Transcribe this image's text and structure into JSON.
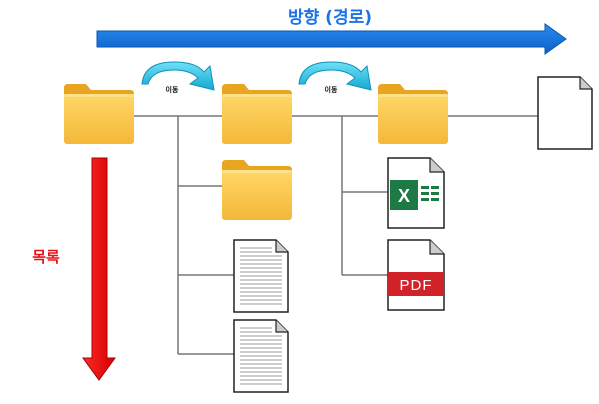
{
  "direction_label": "방향 (경로)",
  "list_label": "목록",
  "move_label_1": "이동",
  "move_label_2": "이동",
  "pdf_label": "PDF",
  "excel_label": "X",
  "colors": {
    "blue_arrow": "#1577e6",
    "red_arrow": "#ee1111",
    "direction_text": "#1a73e8",
    "list_text": "#e8131a",
    "folder_front": "#f9c64a",
    "folder_back": "#e8a520",
    "move_arrow": "#25c6e8",
    "line": "#777777",
    "excel_green": "#1e7a45",
    "pdf_red": "#d22229"
  },
  "icons": [
    "folder-icon",
    "document-icon",
    "excel-file-icon",
    "pdf-file-icon",
    "curved-arrow-icon"
  ]
}
